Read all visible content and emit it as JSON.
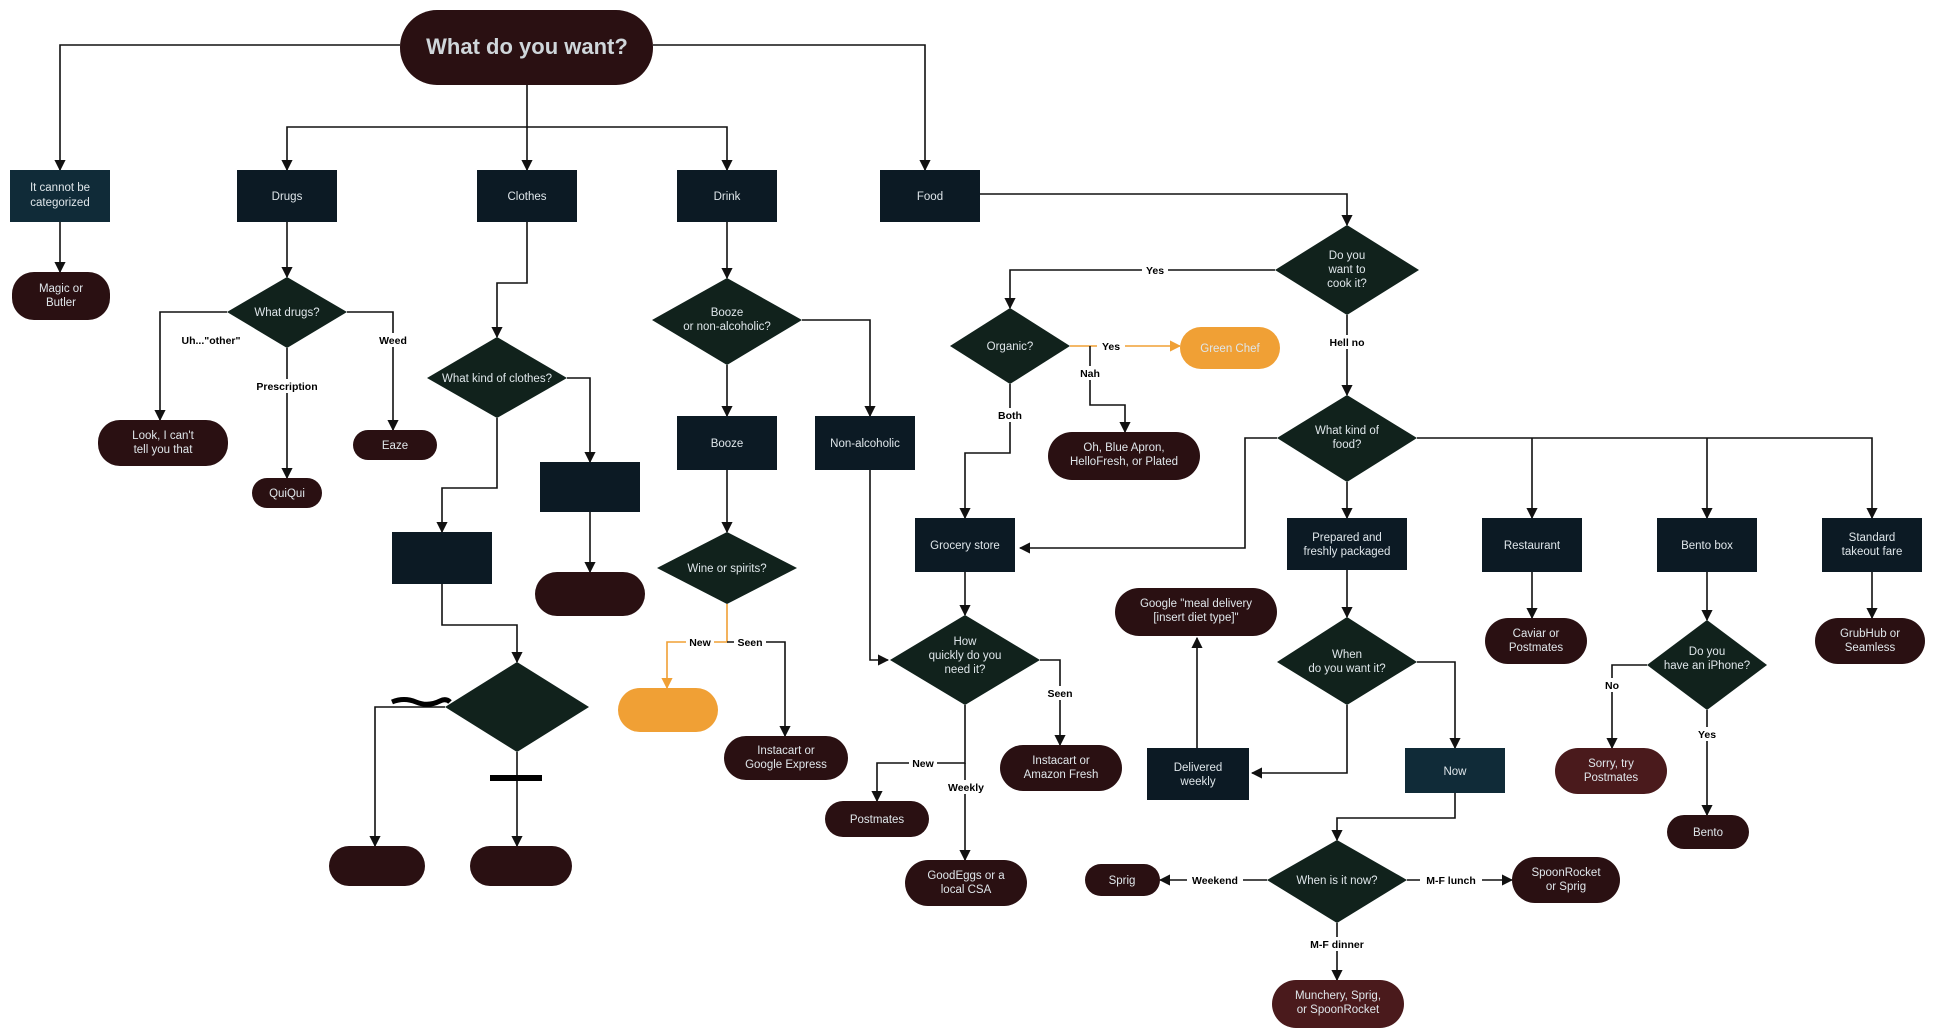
{
  "colors": {
    "rect": "#0c1a24",
    "rect_alt": "#102b38",
    "diamond": "#11221c",
    "pill": "#2a1012",
    "pill_light": "#4a1a1c",
    "orange": "#f0a035",
    "line": "#111111",
    "line_orange": "#f0a035"
  },
  "root": "What do you want?",
  "categories": {
    "uncategorized": "It cannot be categorized",
    "drugs": "Drugs",
    "clothes": "Clothes",
    "drink": "Drink",
    "food": "Food"
  },
  "uncategorized_answer": "Magic or Butler",
  "drugs": {
    "question": "What drugs?",
    "edge_other": "Uh...\"other\"",
    "edge_prescription": "Prescription",
    "edge_weed": "Weed",
    "ans_other": "Look, I can't tell you that",
    "ans_prescription": "QuiQui",
    "ans_weed": "Eaze"
  },
  "clothes": {
    "question": "What kind of clothes?",
    "edge_left": "",
    "edge_right": "",
    "box_left": "",
    "box_right": "",
    "ans_right": "",
    "question2": "",
    "edge_q2_left": "",
    "edge_q2_bottom": "",
    "ans_q2_left": "",
    "ans_q2_bottom": ""
  },
  "drink": {
    "question": "Booze or non-alcoholic?",
    "box_booze": "Booze",
    "box_nonalc": "Non-alcoholic",
    "booze_question": "Wine or spirits?",
    "edge_new": "New",
    "edge_seen": "Seen",
    "ans_new": "",
    "ans_seen": "Instacart or Google Express"
  },
  "food": {
    "cook_question": "Do you want to cook it?",
    "edge_yes": "Yes",
    "edge_no": "Hell no",
    "organic_question": "Organic?",
    "edge_organic_yes": "Yes",
    "edge_organic_nah": "Nah",
    "edge_organic_both": "Both",
    "ans_green_chef": "Green Chef",
    "ans_blue_apron": "Oh, Blue Apron, HelloFresh, or Plated",
    "kind_question": "What kind of food?",
    "grocery": "Grocery store",
    "prepared": "Prepared and freshly packaged",
    "restaurant": "Restaurant",
    "bento": "Bento box",
    "takeout": "Standard takeout fare",
    "how_question": "How quickly do you need it?",
    "edge_seen": "Seen",
    "edge_new": "New",
    "edge_weekly": "Weekly",
    "ans_seen": "Instacart or Amazon Fresh",
    "ans_new": "Postmates",
    "ans_weekly": "GoodEggs or a local CSA",
    "when_question": "When do you want it?",
    "delivered_weekly": "Delivered weekly",
    "now": "Now",
    "google_meal": "Google \"meal delivery [insert diet type]\"",
    "when_is_question": "When is it now?",
    "edge_weekend": "Weekend",
    "edge_mf_lunch": "M-F lunch",
    "edge_mf_dinner": "M-F dinner",
    "ans_weekend": "Sprig",
    "ans_mf_lunch": "SpoonRocket or Sprig",
    "ans_mf_dinner": "Munchery, Sprig, or SpoonRocket",
    "ans_restaurant": "Caviar or Postmates",
    "iphone_question": "Do you have an iPhone?",
    "edge_iphone_no": "No",
    "edge_iphone_yes": "Yes",
    "ans_iphone_no": "Sorry, try Postmates",
    "ans_iphone_yes": "Bento",
    "ans_takeout": "GrubHub or Seamless"
  }
}
